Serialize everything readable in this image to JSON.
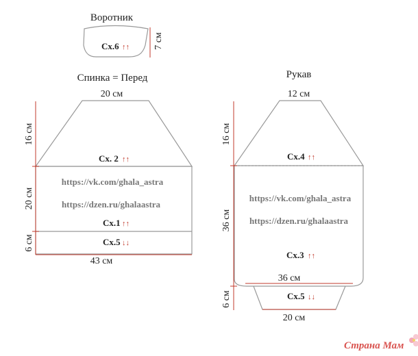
{
  "collar": {
    "title": "Воротник",
    "height": "7 см",
    "chart": "Сх.6",
    "arrows": "↑↑"
  },
  "back": {
    "title": "Спинка = Перед",
    "top_width": "20 см",
    "upper_height": "16 см",
    "middle_height": "20 см",
    "bottom_height": "6 см",
    "bottom_width": "43 см",
    "chart_upper": "Сх. 2",
    "chart_upper_arrows": "↑↑",
    "url_vk": "https://vk.com/ghala_astra",
    "url_dzen": "https://dzen.ru/ghalaastra",
    "chart_middle": "Сх.1",
    "chart_middle_arrows": "↑↑",
    "chart_bottom": "Сх.5",
    "chart_bottom_arrows": "↓↓"
  },
  "sleeve": {
    "title": "Рукав",
    "top_width": "12 см",
    "upper_height": "16 см",
    "middle_height": "36 см",
    "bottom_height": "6 см",
    "middle_width": "36 см",
    "bottom_width": "20 см",
    "chart_upper": "Сх.4",
    "chart_upper_arrows": "↑↑",
    "url_vk": "https://vk.com/ghala_astra",
    "url_dzen": "https://dzen.ru/ghalaastra",
    "chart_middle": "Сх.3",
    "chart_middle_arrows": "↑↑",
    "chart_bottom": "Сх.5",
    "chart_bottom_arrows": "↓↓"
  },
  "watermark": "Страна Мам"
}
